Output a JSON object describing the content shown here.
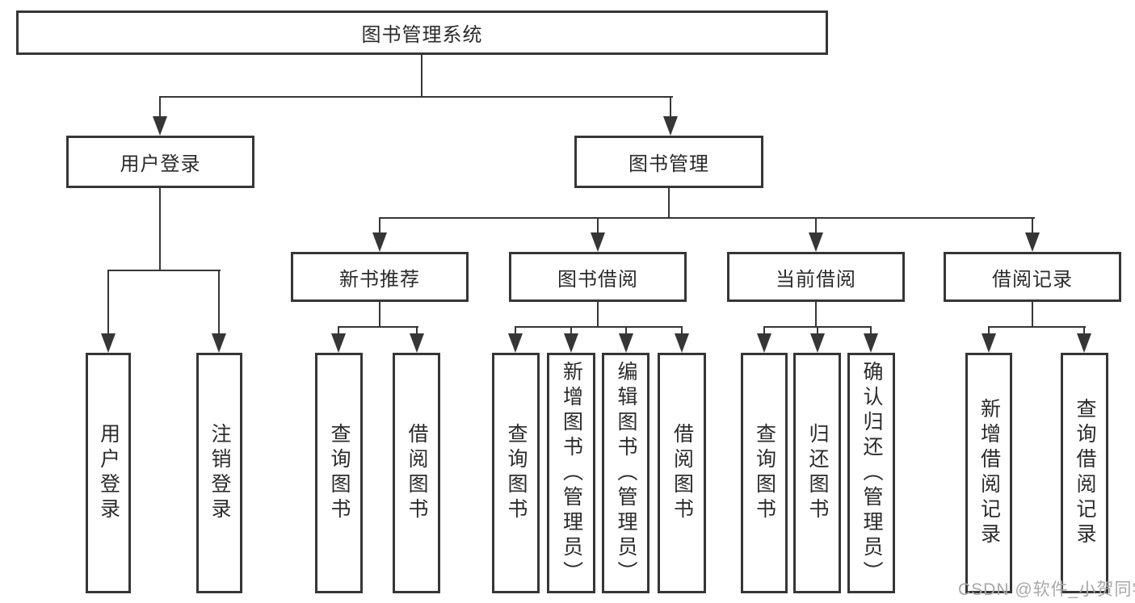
{
  "tree": {
    "root": "图书管理系统",
    "branches": [
      {
        "label": "用户登录",
        "children": [
          "用户登录",
          "注销登录"
        ]
      },
      {
        "label": "图书管理",
        "groups": [
          {
            "label": "新书推荐",
            "children": [
              "查询图书",
              "借阅图书"
            ]
          },
          {
            "label": "图书借阅",
            "children": [
              "查询图书",
              "新增图书（管理员）",
              "编辑图书（管理员）",
              "借阅图书"
            ]
          },
          {
            "label": "当前借阅",
            "children": [
              "查询图书",
              "归还图书",
              "确认归还（管理员）"
            ]
          },
          {
            "label": "借阅记录",
            "children": [
              "新增借阅记录",
              "查询借阅记录"
            ]
          }
        ]
      }
    ]
  },
  "watermark": {
    "text": "CSDN @软件_小贺同学"
  },
  "colors": {
    "line": "#363636",
    "text": "#2b2b2b",
    "watermark": "#a8a8a8",
    "background": "#ffffff"
  }
}
